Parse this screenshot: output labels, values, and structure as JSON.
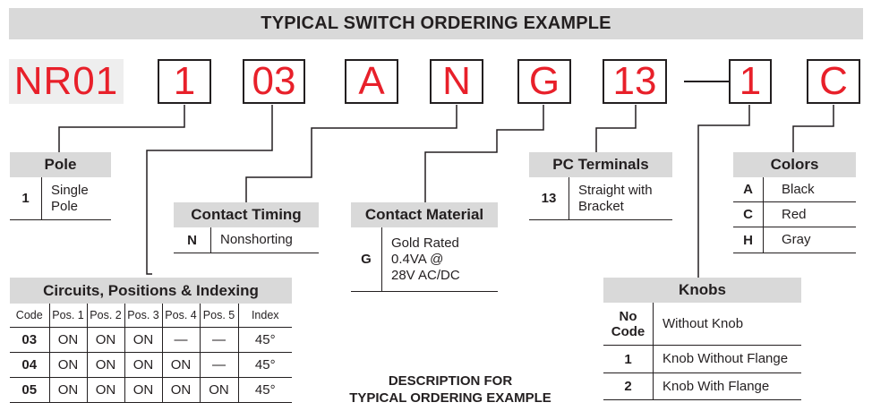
{
  "title": "TYPICAL SWITCH ORDERING EXAMPLE",
  "code": {
    "prefix": "NR01",
    "segments": [
      "1",
      "03",
      "A",
      "N",
      "G",
      "13",
      "1",
      "C"
    ]
  },
  "pole": {
    "header": "Pole",
    "rows": [
      {
        "code": "1",
        "desc": [
          "Single",
          "Pole"
        ]
      }
    ]
  },
  "contact_timing": {
    "header": "Contact Timing",
    "rows": [
      {
        "code": "N",
        "desc": [
          "Nonshorting"
        ]
      }
    ]
  },
  "contact_material": {
    "header": "Contact Material",
    "rows": [
      {
        "code": "G",
        "desc": [
          "Gold Rated",
          "0.4VA @",
          "28V AC/DC"
        ]
      }
    ]
  },
  "pc_terminals": {
    "header": "PC Terminals",
    "rows": [
      {
        "code": "13",
        "desc": [
          "Straight with",
          "Bracket"
        ]
      }
    ]
  },
  "colors": {
    "header": "Colors",
    "rows": [
      {
        "code": "A",
        "desc": "Black"
      },
      {
        "code": "C",
        "desc": "Red"
      },
      {
        "code": "H",
        "desc": "Gray"
      }
    ]
  },
  "knobs": {
    "header": "Knobs",
    "rows": [
      {
        "code": [
          "No",
          "Code"
        ],
        "desc": "Without Knob"
      },
      {
        "code": "1",
        "desc": "Knob Without Flange"
      },
      {
        "code": "2",
        "desc": "Knob With Flange"
      }
    ]
  },
  "circuits": {
    "header": "Circuits, Positions & Indexing",
    "columns": [
      "Code",
      "Pos. 1",
      "Pos. 2",
      "Pos. 3",
      "Pos. 4",
      "Pos. 5",
      "Index"
    ],
    "rows": [
      [
        "03",
        "ON",
        "ON",
        "ON",
        "—",
        "—",
        "45°"
      ],
      [
        "04",
        "ON",
        "ON",
        "ON",
        "ON",
        "—",
        "45°"
      ],
      [
        "05",
        "ON",
        "ON",
        "ON",
        "ON",
        "ON",
        "45°"
      ]
    ]
  },
  "description_caption": [
    "DESCRIPTION FOR",
    "TYPICAL ORDERING EXAMPLE"
  ],
  "colors_palette": {
    "accent_red": "#e8202a",
    "header_gray": "#d9d9d9",
    "ink": "#231f20"
  }
}
